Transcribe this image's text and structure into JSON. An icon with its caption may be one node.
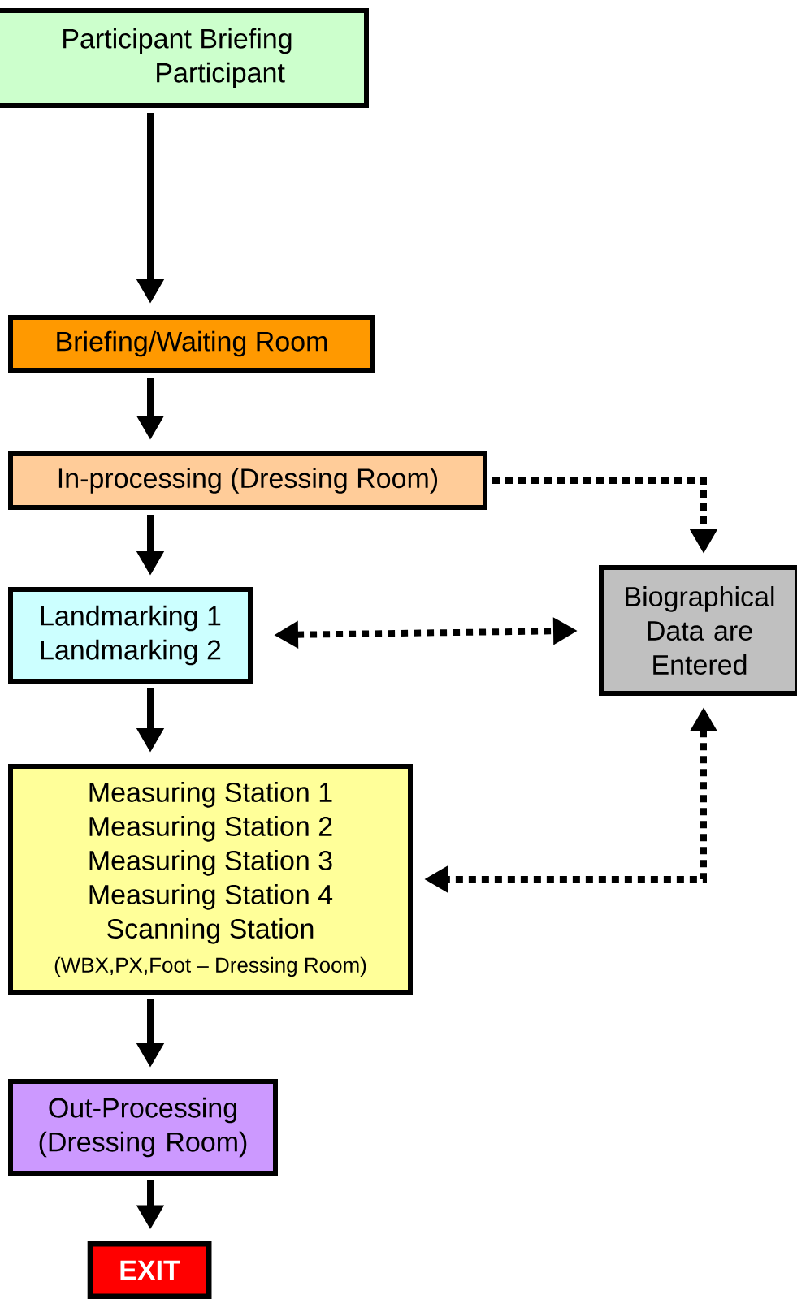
{
  "diagram": {
    "nodes": [
      {
        "text": [
          "Participant Briefing",
          "Participant"
        ]
      },
      {
        "text": [
          "Briefing/Waiting Room"
        ]
      },
      {
        "text": [
          "In-processing (Dressing Room)"
        ]
      },
      {
        "text": [
          "Landmarking 1",
          "Landmarking 2"
        ]
      },
      {
        "text": [
          "Biographical Data are Entered"
        ]
      },
      {
        "text": [
          "Measuring Station 1",
          "Measuring Station 2",
          "Measuring Station 3",
          "Measuring Station 4",
          "Scanning Station",
          "(WBX,PX,Foot – Dressing Room)"
        ]
      },
      {
        "text": [
          "Out-Processing (Dressing Room)"
        ]
      },
      {
        "text": [
          "EXIT"
        ]
      }
    ],
    "edges": [
      {
        "from": 0,
        "to": 1,
        "arrow": "to"
      },
      {
        "from": 1,
        "to": 2,
        "arrow": "to"
      },
      {
        "from": 2,
        "to": 3,
        "arrow": "to"
      },
      {
        "from": 2,
        "to": 4,
        "arrow": "to",
        "style": "dashed"
      },
      {
        "from": 3,
        "to": 4,
        "arrow": "both",
        "style": "dashed"
      },
      {
        "from": 3,
        "to": 5,
        "arrow": "to"
      },
      {
        "from": 4,
        "to": 5,
        "arrow": "both",
        "style": "dashed"
      },
      {
        "from": 5,
        "to": 6,
        "arrow": "to"
      },
      {
        "from": 6,
        "to": 7,
        "arrow": "to"
      }
    ]
  }
}
